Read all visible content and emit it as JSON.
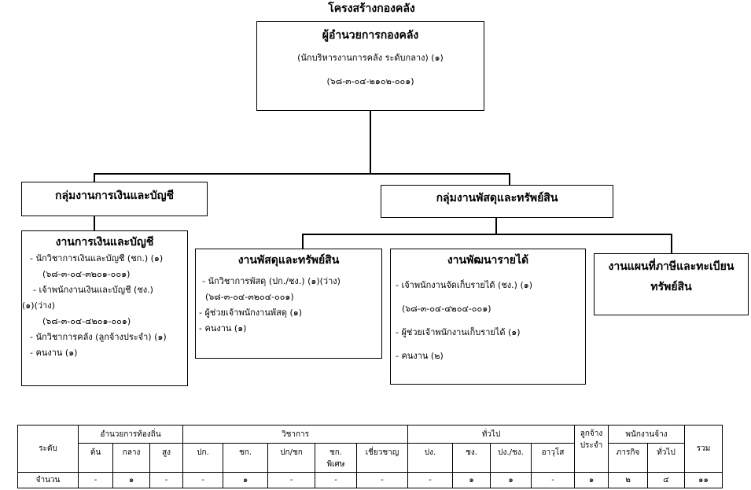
{
  "title": "โครงสร้างกองคลัง",
  "director": {
    "title": "ผู้อำนวยการกองคลัง",
    "position": "(นักบริหารงานการคลัง ระดับกลาง) (๑)",
    "code": "(๖๘-๓-๐๔-๒๑๐๒-๐๐๑)"
  },
  "groups": [
    {
      "title": "กลุ่มงานการเงินและบัญชี"
    },
    {
      "title": "กลุ่มงานพัสดุและทรัพย์สิน"
    }
  ],
  "units": [
    {
      "title": "งานการเงินและบัญชี",
      "lines": [
        "-  นักวิชาการเงินและบัญชี (ชก.) (๑)",
        "(๖๘-๓-๐๔-๓๒๐๑-๐๐๑)",
        "- เจ้าพนักงานเงินและบัญชี (ชง.)",
        "(๑)(ว่าง)",
        "(๖๘-๓-๐๔-๔๒๐๑-๐๐๑)",
        "-  นักวิชาการคลัง (ลูกจ้างประจำ) (๑)",
        "-  คนงาน (๑)"
      ]
    },
    {
      "title": "งานพัสดุและทรัพย์สิน",
      "lines": [
        "- นักวิชาการพัสดุ (ปก./ชง.) (๑)(ว่าง)",
        "(๖๘-๓-๐๔-๓๒๐๔-๐๐๑)",
        "- ผู้ช่วยเจ้าพนักงานพัสดุ  (๑)",
        "- คนงาน (๑)"
      ]
    },
    {
      "title": "งานพัฒนารายได้",
      "lines": [
        "- เจ้าพนักงานจัดเก็บรายได้ (ชง.) (๑)",
        "(๖๘-๓-๐๔-๔๒๐๔-๐๐๑)",
        "- ผู้ช่วยเจ้าพนักงานเก็บรายได้  (๑)",
        "- คนงาน (๒)"
      ]
    },
    {
      "title": "งานแผนที่ภาษีและทะเบียน",
      "title2": "ทรัพย์สิน"
    }
  ],
  "table": {
    "level_label": "ระดับ",
    "count_label": "จำนวน",
    "total_label": "รวม",
    "groups": [
      "อำนวยการท้องถิ่น",
      "วิชาการ",
      "ทั่วไป",
      "ลูกจ้าง",
      "พนักงานจ้าง"
    ],
    "permanent_sub": "ประจำ",
    "cols": [
      "ต้น",
      "กลาง",
      "สูง",
      "ปก.",
      "ชก.",
      "ปก/ชก",
      "ชก.",
      "เชี่ยวชาญ",
      "ปง.",
      "ชง.",
      "ปง./ชง.",
      "อาวุโส",
      "ภารกิจ",
      "ทั่วไป"
    ],
    "col_sub": "พิเศษ",
    "values": [
      "-",
      "๑",
      "-",
      "-",
      "๑",
      "-",
      "-",
      "-",
      "-",
      "๑",
      "๑",
      "-",
      "๑",
      "๒",
      "๔",
      "๑๑"
    ]
  }
}
